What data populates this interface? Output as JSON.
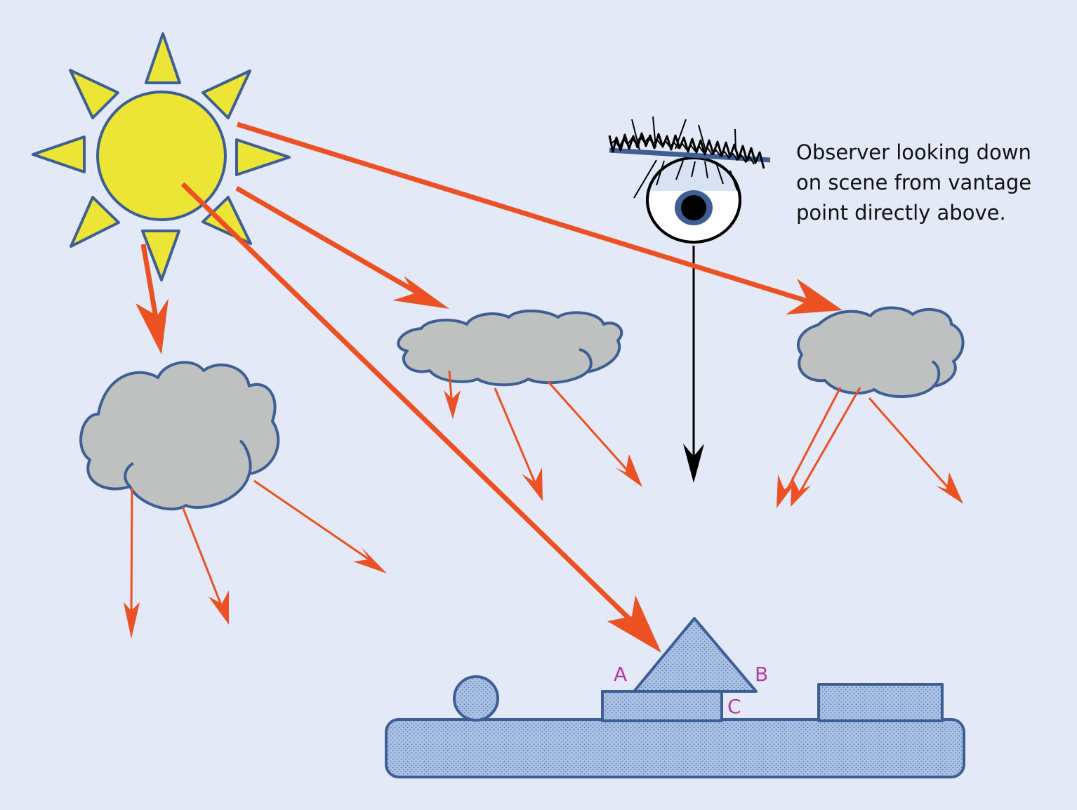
{
  "observer_caption": {
    "line1": "Observer looking down",
    "line2": "on scene from vantage",
    "line3": "point directly above."
  },
  "points": {
    "a": "A",
    "b": "B",
    "c": "C"
  },
  "colors": {
    "background": "#e3e9f6",
    "sun_fill": "#ece535",
    "outline": "#3d5f95",
    "cloud_fill": "#bfc1c1",
    "ray": "#eb5122",
    "ground_fill": "#aac2e6",
    "point_label": "#b23aa4"
  },
  "icons": [
    "sun-icon",
    "eye-icon",
    "cloud-icon"
  ]
}
